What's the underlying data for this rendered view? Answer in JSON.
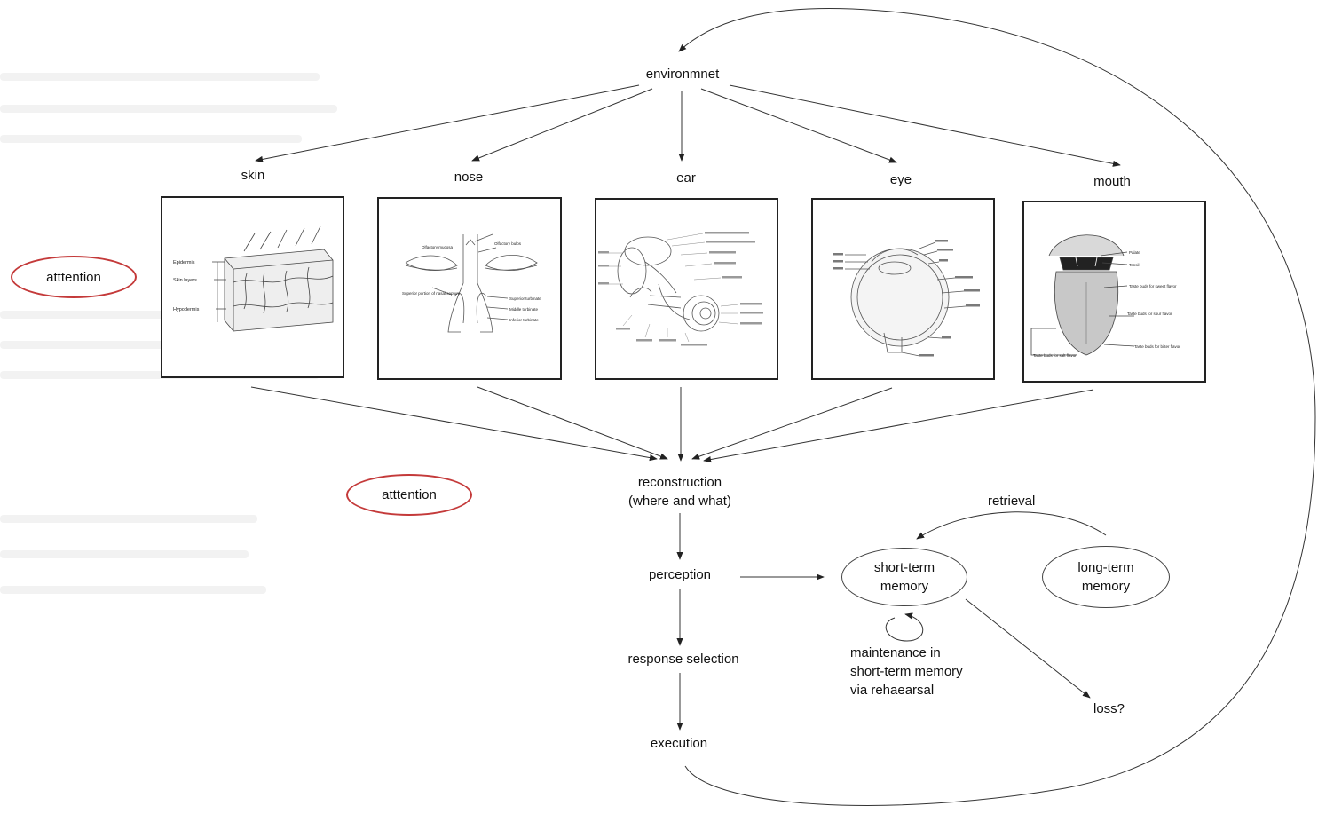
{
  "diagram": {
    "environment": "environmnet",
    "senses": [
      "skin",
      "nose",
      "ear",
      "eye",
      "mouth"
    ],
    "attention_labels": [
      "atttention",
      "atttention"
    ],
    "reconstruction": [
      "reconstruction",
      "(where and what)"
    ],
    "perception": "perception",
    "response_selection": "response selection",
    "execution": "execution",
    "short_term_memory": [
      "short-term",
      "memory"
    ],
    "long_term_memory": [
      "long-term",
      "memory"
    ],
    "retrieval": "retrieval",
    "maintenance": [
      "maintenance in",
      "short-term memory",
      "via rehaearsal"
    ],
    "loss": "loss?"
  },
  "panels": {
    "skin": {
      "labels": [
        "Epidermis",
        "Skin layers",
        "Hypodermis"
      ]
    },
    "nose": {
      "labels": [
        "Olfactory mucosa",
        "Olfactory bulbs",
        "Superior portion of nasal septum",
        "Superior turbinate",
        "Middle turbinate",
        "Inferior turbinate"
      ]
    },
    "ear": {
      "labels": []
    },
    "eye": {
      "labels": []
    },
    "mouth": {
      "labels": [
        "Palate",
        "Tonsil",
        "Taste buds for sweet flavor",
        "Taste buds for sour flavor",
        "Taste buds for bitter flavor",
        "Taste buds for salt flavor"
      ]
    }
  },
  "colors": {
    "attention_border": "#c43a3a",
    "line": "#333333"
  }
}
